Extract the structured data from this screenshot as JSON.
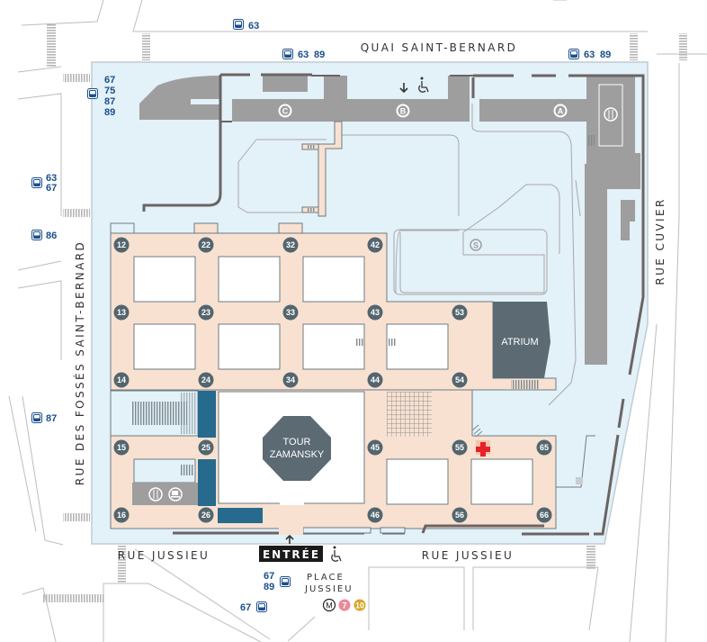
{
  "map": {
    "title": "Campus Jussieu",
    "colors": {
      "campus_bg": "#e3f1f8",
      "corridor": "#f8e1d1",
      "pillar": "#53656e",
      "grey_building": "#9e9e9e",
      "wall": "#6b6463",
      "blue_block": "#266a8d",
      "bus": "#1a4f8c",
      "first_aid": "#e8202a",
      "metro7": "#e98a9a",
      "metro10": "#d6a52a"
    },
    "streets": {
      "north": "QUAI SAINT-BERNARD",
      "west": "RUE DES FOSSÉS SAINT-BERNARD",
      "east": "RUE CUVIER",
      "south_left": "RUE JUSSIEU",
      "south_right": "RUE JUSSIEU"
    },
    "bus_stops": [
      {
        "id": "bus-top",
        "lines": [
          "63"
        ]
      },
      {
        "id": "bus-quai-left",
        "lines": [
          "63",
          "89"
        ]
      },
      {
        "id": "bus-quai-right",
        "lines": [
          "63",
          "89"
        ]
      },
      {
        "id": "bus-northwest",
        "lines": [
          "67",
          "75",
          "87",
          "89"
        ]
      },
      {
        "id": "bus-west-1",
        "lines": [
          "63",
          "67"
        ]
      },
      {
        "id": "bus-west-2",
        "lines": [
          "86"
        ]
      },
      {
        "id": "bus-west-3",
        "lines": [
          "87"
        ]
      },
      {
        "id": "bus-place-jussieu",
        "lines": [
          "67",
          "89"
        ]
      },
      {
        "id": "bus-south",
        "lines": [
          "67"
        ]
      }
    ],
    "pillars": [
      [
        "12",
        "22",
        "32",
        "42"
      ],
      [
        "13",
        "23",
        "33",
        "43",
        "53"
      ],
      [
        "14",
        "24",
        "34",
        "44",
        "54"
      ],
      [
        "15",
        "25",
        "45",
        "55",
        "65"
      ],
      [
        "16",
        "26",
        "46",
        "56",
        "66"
      ]
    ],
    "buildings": {
      "atrium": "ATRIUM",
      "tower_line1": "TOUR",
      "tower_line2": "ZAMANSKY"
    },
    "circulation_labels": [
      "C",
      "B",
      "A"
    ],
    "parking_label": "S",
    "entrance": {
      "label": "ENTRÉE",
      "accessible_icon": "wheelchair-icon"
    },
    "place": {
      "line1": "PLACE",
      "line2": "JUSSIEU",
      "metro_label": "M",
      "metro_lines": [
        "7",
        "10"
      ]
    },
    "icons": {
      "bus": "bus-icon",
      "wheelchair": "wheelchair-icon",
      "restaurant": "restaurant-icon",
      "cafe": "cafe-icon",
      "first_aid": "first-aid-icon",
      "arrow_down": "arrow-down-icon",
      "arrow_up": "arrow-up-icon"
    }
  }
}
